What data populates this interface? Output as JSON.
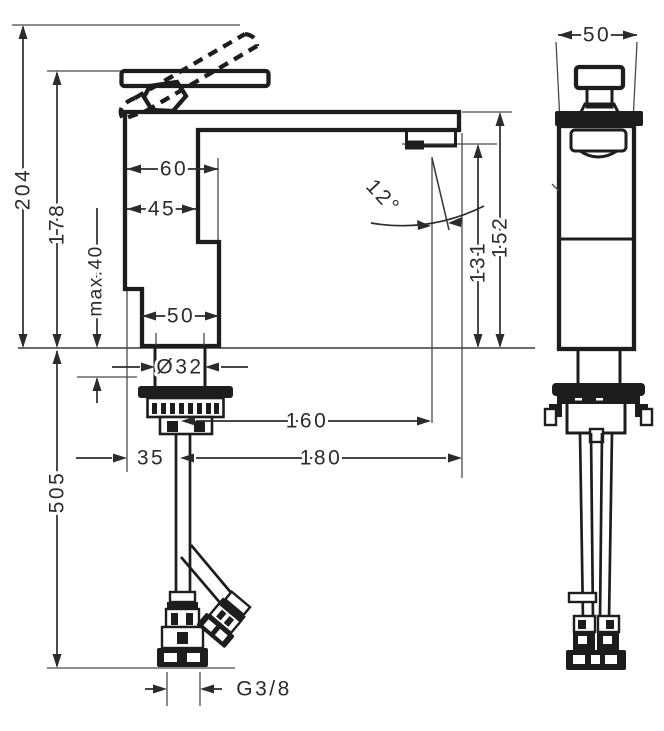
{
  "drawing": {
    "type": "technical dimensional drawing",
    "subject": "single-lever basin mixer, side view and front view",
    "units": "mm",
    "colors": {
      "line": "#1d1d1d",
      "dimension": "#2b2b2b",
      "background": "#ffffff"
    }
  },
  "labels": {
    "height_total_handle_raised": "204",
    "height_to_handle": "178",
    "max_mounting_thickness": "max.40",
    "depth_housing": "60",
    "depth_body": "45",
    "depth_base": "50",
    "shaft_diameter": "Ø32",
    "stream_angle": "12°",
    "height_outlet": "131",
    "height_spout_top": "152",
    "hose_length": "505",
    "reach_outlet": "160",
    "reach_total": "180",
    "offset_front": "35",
    "connection_thread": "G3/8",
    "front_width": "50"
  }
}
